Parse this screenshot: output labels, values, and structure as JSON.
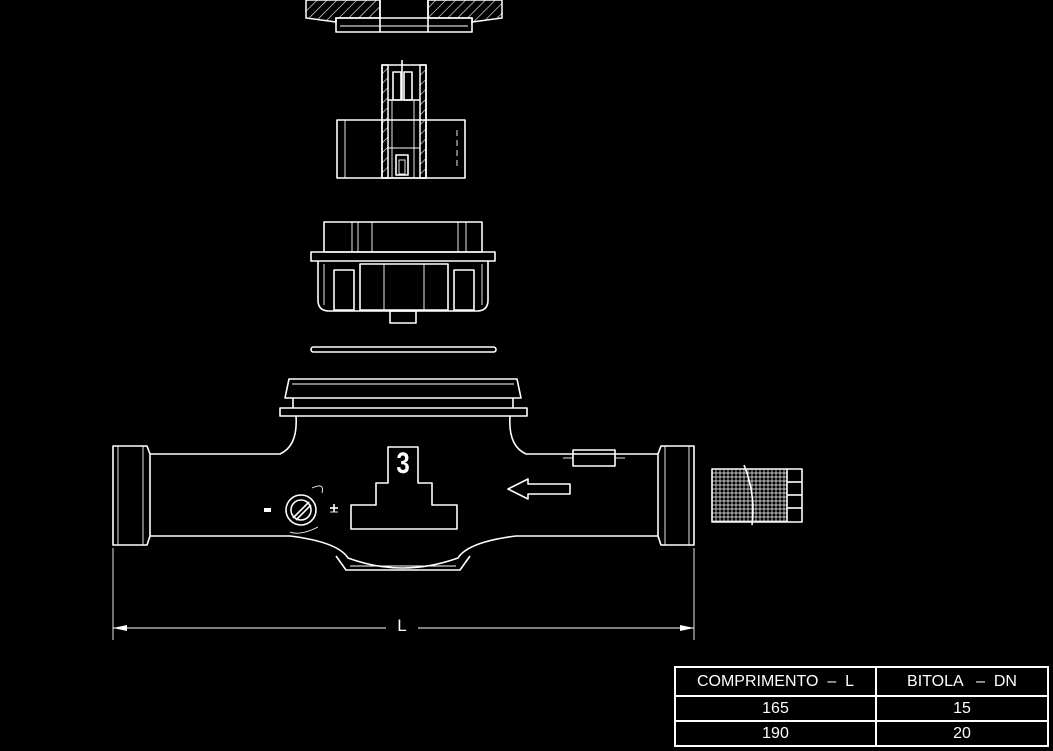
{
  "drawing": {
    "dimension_label": "L",
    "model_number": "3",
    "adjust_minus": "-",
    "adjust_plus": "+"
  },
  "spec_table": {
    "headers": [
      "COMPRIMENTO  –  L",
      "BITOLA   –  DN"
    ],
    "rows": [
      [
        "165",
        "15"
      ],
      [
        "190",
        "20"
      ]
    ]
  }
}
